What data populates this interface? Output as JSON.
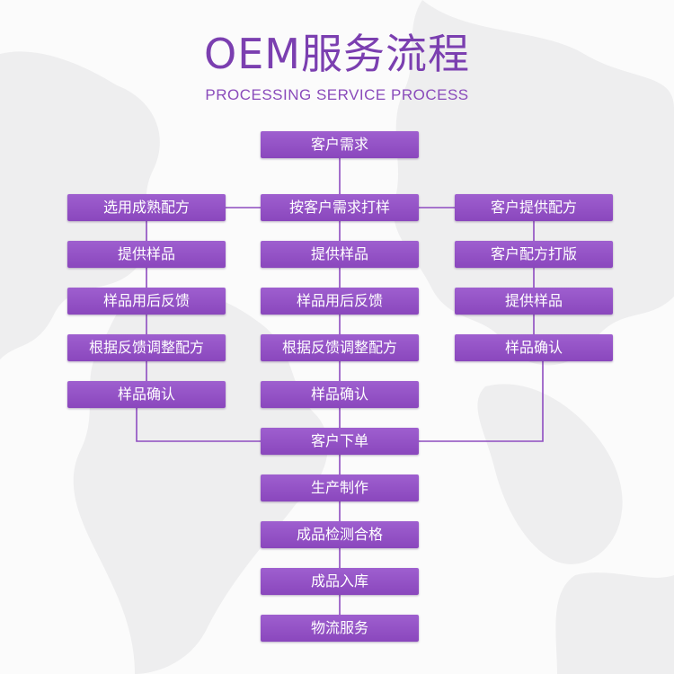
{
  "header": {
    "title": "OEM服务流程",
    "subtitle": "PROCESSING SERVICE PROCESS"
  },
  "flow": {
    "top": "客户需求",
    "left": [
      "选用成熟配方",
      "提供样品",
      "样品用后反馈",
      "根据反馈调整配方",
      "样品确认"
    ],
    "middle": [
      "按客户需求打样",
      "提供样品",
      "样品用后反馈",
      "根据反馈调整配方",
      "样品确认"
    ],
    "right": [
      "客户提供配方",
      "客户配方打版",
      "提供样品",
      "样品确认"
    ],
    "bottom": [
      "客户下单",
      "生产制作",
      "成品检测合格",
      "成品入库",
      "物流服务"
    ]
  },
  "colors": {
    "box": "#9450c6",
    "line": "#8e4cc0",
    "title": "#7b3fb0"
  }
}
